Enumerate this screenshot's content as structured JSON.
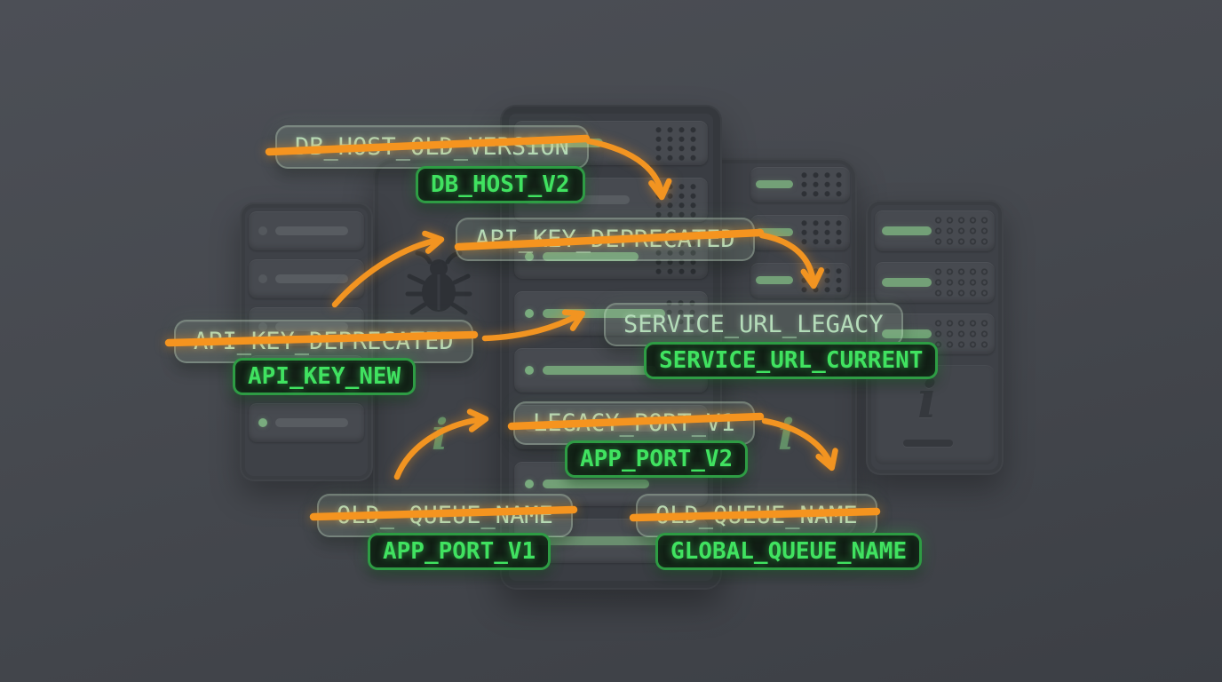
{
  "colors": {
    "background": "#46494F",
    "rack_body": "#3E4147",
    "slot": "#474A50",
    "bar_gray": "#585C61",
    "bar_green": "#73A077",
    "accent_orange": "#F6941E",
    "old_pill_text": "#B5DCBA",
    "old_pill_border": "rgba(205,230,205,0.30)",
    "new_pill_text": "#40E260",
    "new_pill_border": "#2E9C44",
    "new_pill_bg": "#0F1C12"
  },
  "icons": {
    "bug": "bug-icon",
    "info_char": "i"
  },
  "mappings": [
    {
      "id": "db_host",
      "old": "DB_HOST_OLD_VERSION",
      "new": "DB_HOST_V2",
      "old_struck": true
    },
    {
      "id": "api_key_center",
      "old": "API_KEY_DEPRECATED",
      "old_struck": true
    },
    {
      "id": "api_key_left",
      "old": "API_KEY_DEPRECATED",
      "new": "API_KEY_NEW",
      "old_struck": true
    },
    {
      "id": "service_url",
      "old": "SERVICE_URL_LEGACY",
      "new": "SERVICE_URL_CURRENT",
      "old_struck": false
    },
    {
      "id": "app_port",
      "old": "LEGACY_PORT_V1",
      "new": "APP_PORT_V2",
      "old_struck": true
    },
    {
      "id": "queue_left",
      "old": "OLD_ QUEUE_NAME",
      "new": "APP_PORT_V1",
      "old_struck": true
    },
    {
      "id": "queue_right",
      "old": "OLD_QUEUE_NAME",
      "new": "GLOBAL_QUEUE_NAME",
      "old_struck": true
    }
  ],
  "arrows": [
    {
      "from": "DB_HOST_OLD_VERSION",
      "to": "API_KEY_DEPRECATED (center)"
    },
    {
      "from": "API_KEY_DEPRECATED (center)",
      "to": "SERVICE_URL_LEGACY"
    },
    {
      "from": "API_KEY_DEPRECATED (left)",
      "to": "API_KEY_DEPRECATED (center)"
    },
    {
      "from": "API_KEY_DEPRECATED (left)",
      "to": "SERVICE_URL_LEGACY"
    },
    {
      "from": "OLD_ QUEUE_NAME",
      "to": "LEGACY_PORT_V1"
    },
    {
      "from": "LEGACY_PORT_V1",
      "to": "OLD_QUEUE_NAME"
    }
  ]
}
